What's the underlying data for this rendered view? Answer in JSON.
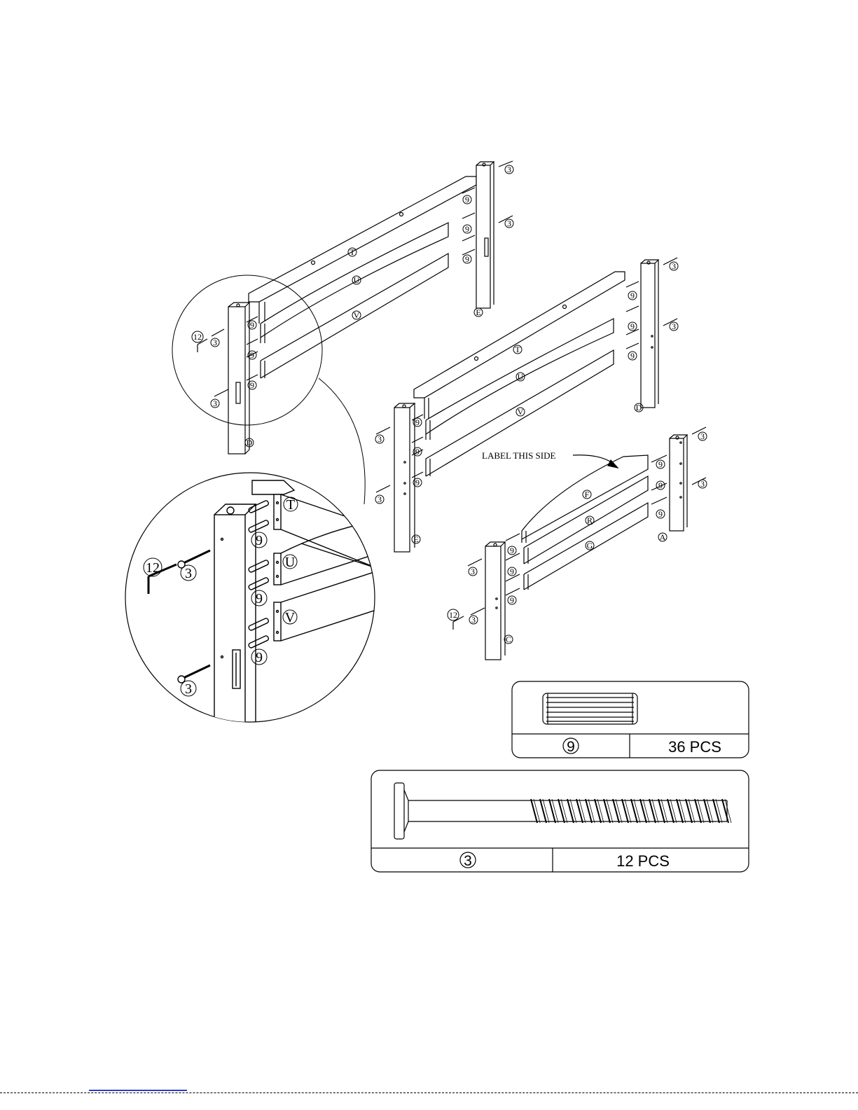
{
  "parts": {
    "topSide": {
      "T": "T",
      "U": "U",
      "V": "V",
      "postLeft": "D",
      "postRight": "E"
    },
    "middleSide": {
      "T": "T",
      "U": "U",
      "V": "V",
      "postLeft": "E",
      "postRight": "D"
    },
    "endPanel": {
      "F": "F",
      "R": "R",
      "G": "G",
      "postLeft": "C",
      "postRight": "A"
    }
  },
  "callout": "LABEL THIS SIDE",
  "hardware": {
    "dowel": "9",
    "bolt": "3",
    "allenKey": "12"
  },
  "table": {
    "dowel": {
      "id": "9",
      "qty": "36 PCS"
    },
    "bolt": {
      "id": "3",
      "qty": "12 PCS"
    }
  }
}
